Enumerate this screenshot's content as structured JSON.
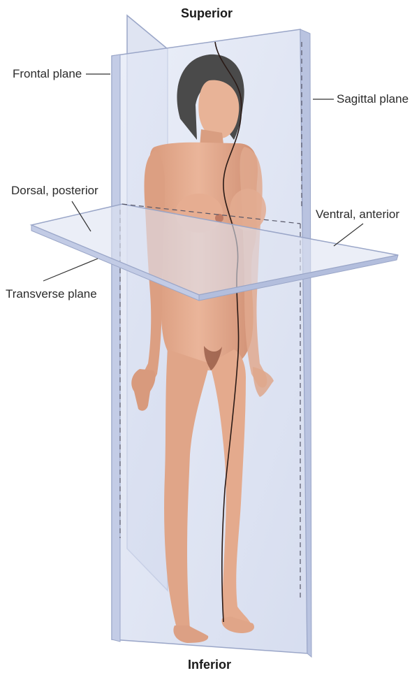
{
  "labels": {
    "superior": "Superior",
    "inferior": "Inferior",
    "frontal": "Frontal plane",
    "sagittal": "Sagittal plane",
    "dorsal": "Dorsal, posterior",
    "ventral": "Ventral, anterior",
    "transverse": "Transverse plane"
  },
  "colors": {
    "plane_fill": "#d4dbee",
    "plane_edge": "#9aa6c8",
    "skin": "#e2a487",
    "skin_shadow": "#c98468",
    "hair": "#4a4a4a",
    "label_text": "#2b2b2b"
  }
}
